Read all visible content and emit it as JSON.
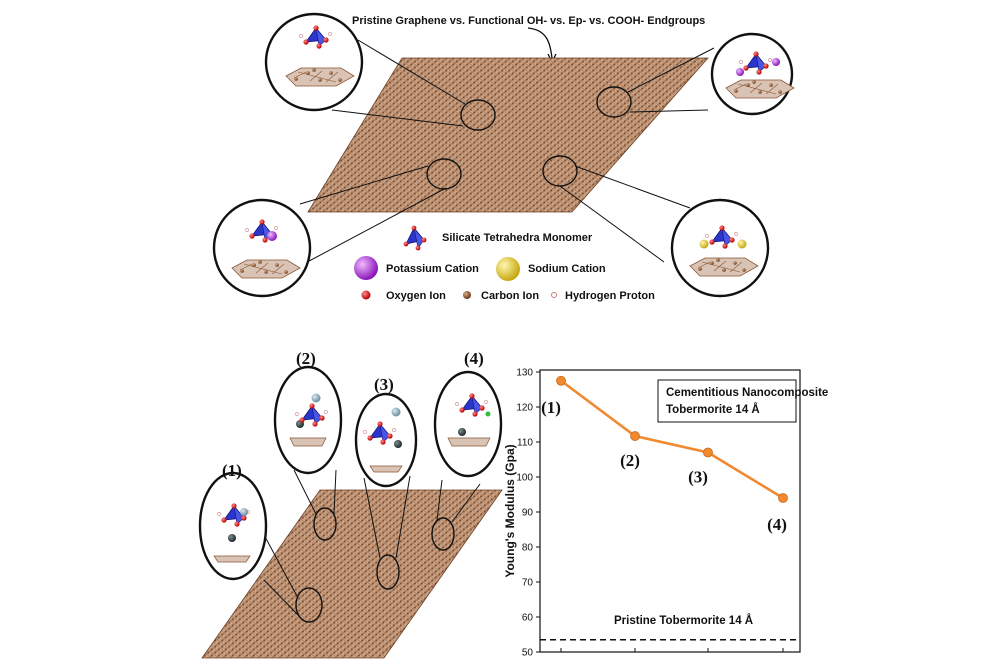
{
  "top": {
    "title": "Pristine Graphene vs. Functional OH- vs. Ep- vs. COOH- Endgroups",
    "legend": {
      "silicate": "Silicate Tetrahedra Monomer",
      "potassium": "Potassium Cation",
      "sodium": "Sodium Cation",
      "oxygen": "Oxygen Ion",
      "carbon": "Carbon Ion",
      "hydrogen": "Hydrogen Proton"
    }
  },
  "bottom": {
    "inset_labels": [
      "(1)",
      "(2)",
      "(3)",
      "(4)"
    ]
  },
  "chart_data": {
    "type": "line",
    "categories": [
      "(1)",
      "(2)",
      "(3)",
      "(4)"
    ],
    "values": [
      127.5,
      111.7,
      107,
      94
    ],
    "point_labels": [
      "(1)",
      "(2)",
      "(3)",
      "(4)"
    ],
    "ylabel": "Young's Modulus (Gpa)",
    "ylim": [
      50,
      130
    ],
    "yticks": [
      "50",
      "60",
      "70",
      "80",
      "90",
      "100",
      "110",
      "120",
      "130"
    ],
    "reference_line": {
      "value": 53.5,
      "label": "Pristine Tobermorite 14 Å"
    },
    "legend_box": [
      "Cementitious Nanocomposite",
      "Tobermorite 14 Å"
    ],
    "line_color": "#f0892f",
    "grid": false
  }
}
